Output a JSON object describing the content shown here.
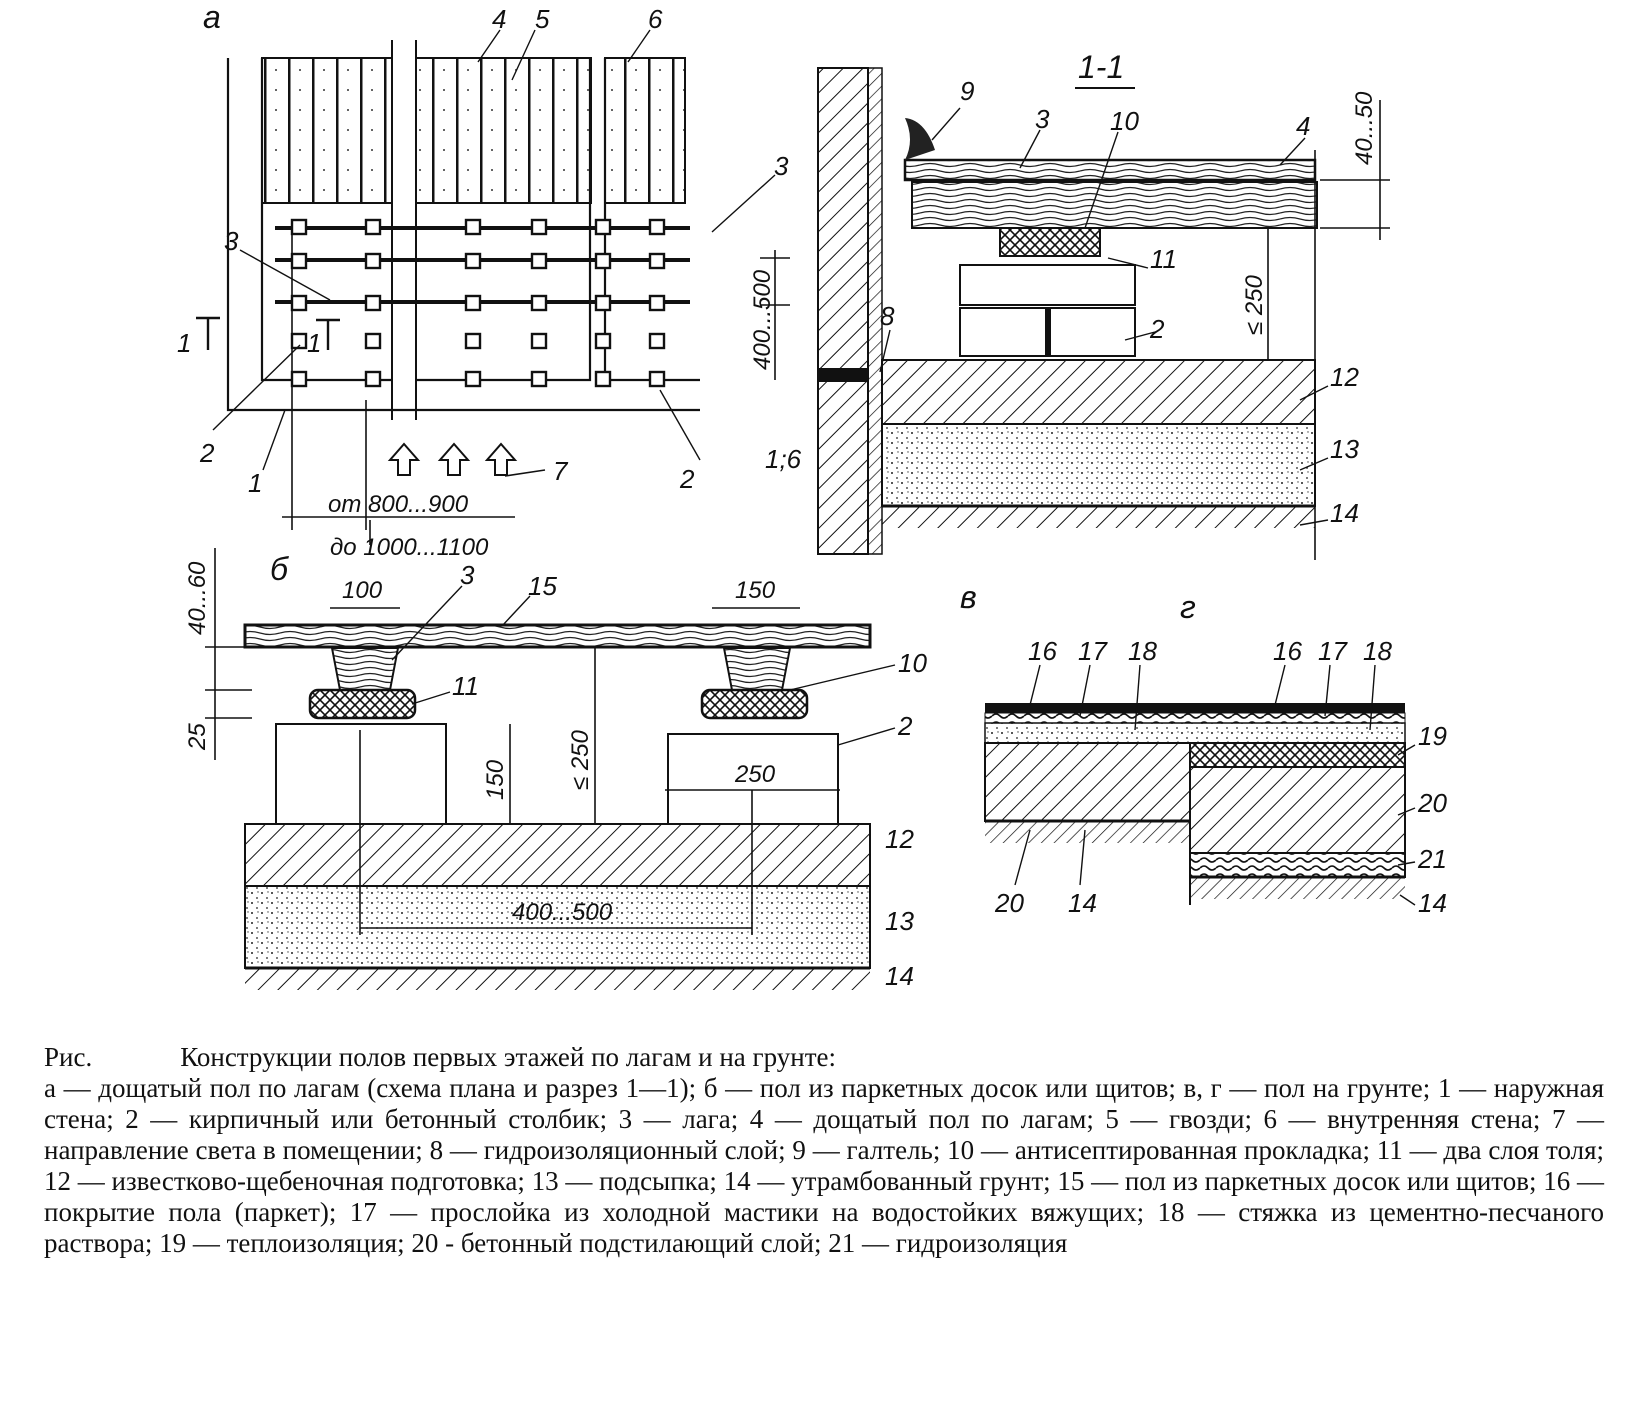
{
  "panels": {
    "a": {
      "letter": "а",
      "labels": [
        "4",
        "5",
        "6",
        "3",
        "3",
        "1",
        "1",
        "400...500",
        "2",
        "2",
        "1",
        "7",
        "от 800...900",
        "до 1000...1100"
      ]
    },
    "section": {
      "title": "1-1",
      "labels": [
        "9",
        "3",
        "10",
        "4",
        "40...50",
        "11",
        "≤ 250",
        "8",
        "2",
        "12",
        "1;6",
        "13",
        "14"
      ]
    },
    "b": {
      "letter": "б",
      "labels": [
        "40...60",
        "100",
        "3",
        "15",
        "150",
        "10",
        "11",
        "2",
        "25",
        "150",
        "≤ 250",
        "250",
        "12",
        "400...500",
        "13",
        "14"
      ]
    },
    "vg": {
      "letter_v": "в",
      "letter_g": "г",
      "labels": [
        "16",
        "17",
        "18",
        "16",
        "17",
        "18",
        "19",
        "20",
        "21",
        "20",
        "14",
        "14"
      ]
    }
  },
  "caption": {
    "prefix": "Рис.",
    "title": "Конструкции полов первых этажей по лагам и на грунте:",
    "body": "а — дощатый пол по лагам (схема плана и разрез 1—1); б — пол из паркетных досок или щитов; в, г — пол на грунте; 1 — наружная стена; 2 — кирпичный или бетонный столбик; 3 — лага; 4 — дощатый пол по лагам; 5 — гвозди; 6 — внутренняя стена; 7 — направление света в помещении; 8 — гидроизоляционный слой; 9 — галтель; 10 — антисептированная прокладка; 11 — два слоя толя; 12 — известково-щебеночная подготовка; 13 — подсыпка; 14 — утрамбованный грунт; 15 — пол из паркетных досок или щитов; 16 — покрытие пола (паркет); 17 — прослойка из холодной мастики на водостойких вяжущих; 18 — стяжка из цементно-песчаного раствора; 19 — теплоизоляция; 20 - бетонный подстилающий слой; 21 — гидроизоляция"
  }
}
